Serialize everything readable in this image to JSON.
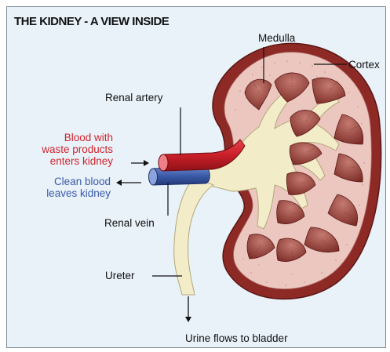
{
  "diagram": {
    "title": "THE KIDNEY - A VIEW INSIDE",
    "labels": {
      "medulla": "Medulla",
      "cortex": "Cortex",
      "renal_artery": "Renal artery",
      "blood_in_line1": "Blood with",
      "blood_in_line2": "waste products",
      "blood_in_line3": "enters kidney",
      "clean_line1": "Clean blood",
      "clean_line2": "leaves kidney",
      "renal_vein": "Renal vein",
      "ureter": "Ureter",
      "urine": "Urine flows to bladder"
    },
    "colors": {
      "background": "#e9f2f9",
      "capsule": "#8e2a26",
      "cortex": "#ecc7c0",
      "medulla_pyramid": "#8d3b35",
      "pelvis": "#f3ecc8",
      "artery": "#d0252e",
      "vein": "#3a5aa8",
      "text_red": "#d0252e",
      "text_blue": "#3a5aa8"
    }
  }
}
